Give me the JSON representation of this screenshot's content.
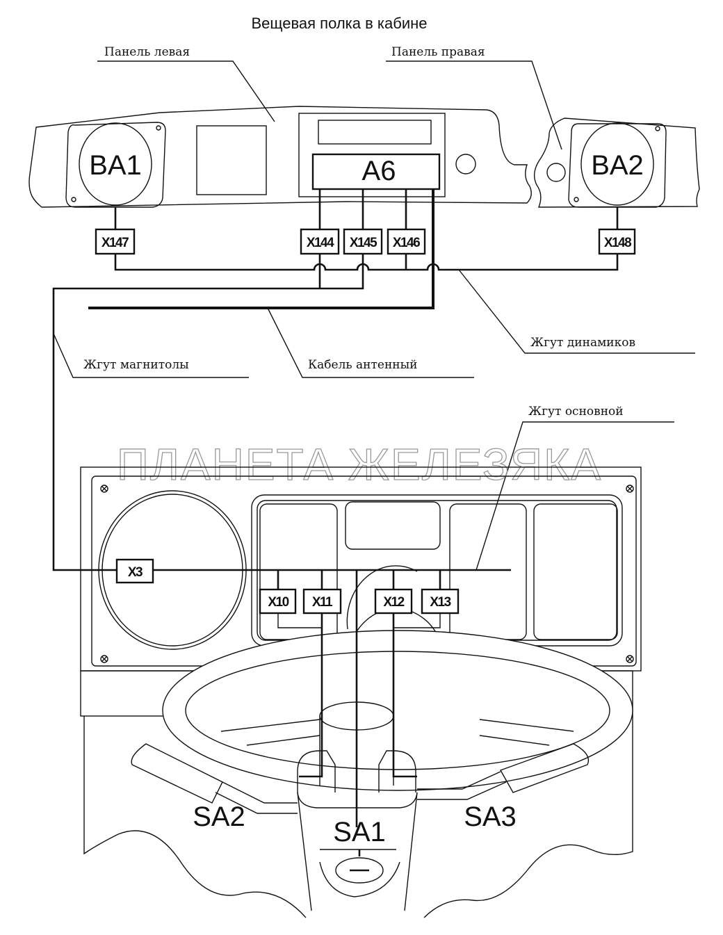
{
  "title": "Вещевая полка в кабине",
  "labels": {
    "panel_left": "Панель левая",
    "panel_right": "Панель правая",
    "harness_radio": "Жгут магнитолы",
    "cable_antenna": "Кабель антенный",
    "harness_speakers": "Жгут динамиков",
    "harness_main": "Жгут основной"
  },
  "components": {
    "speaker_left": "BA1",
    "speaker_right": "BA2",
    "radio": "A6",
    "switch_center": "SA1",
    "switch_left": "SA2",
    "switch_right": "SA3"
  },
  "connectors": {
    "x147": "X147",
    "x144": "X144",
    "x145": "X145",
    "x146": "X146",
    "x148": "X148",
    "x3": "X3",
    "x10": "X10",
    "x11": "X11",
    "x12": "X12",
    "x13": "X13"
  },
  "watermark": "ПЛАНЕТА ЖЕЛЕЗЯКА"
}
